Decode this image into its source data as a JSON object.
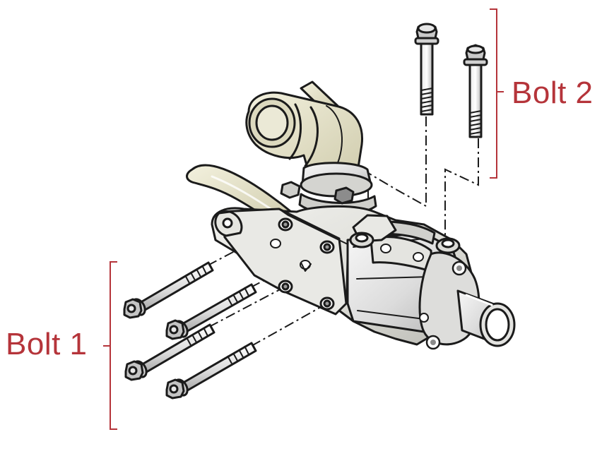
{
  "labels": {
    "bolt_group_1": "Bolt 1",
    "bolt_group_2": "Bolt 2"
  },
  "colors": {
    "callout": "#b5343a",
    "outline": "#1b1b1b",
    "metal_light": "#eeeeee",
    "metal_mid": "#d6d6d6",
    "metal_shadow": "#a9a9a9",
    "casting": "#e3e3df",
    "hose": "#e6e3c8"
  },
  "bolts": {
    "group_1_count": 4,
    "group_2_count": 2
  }
}
